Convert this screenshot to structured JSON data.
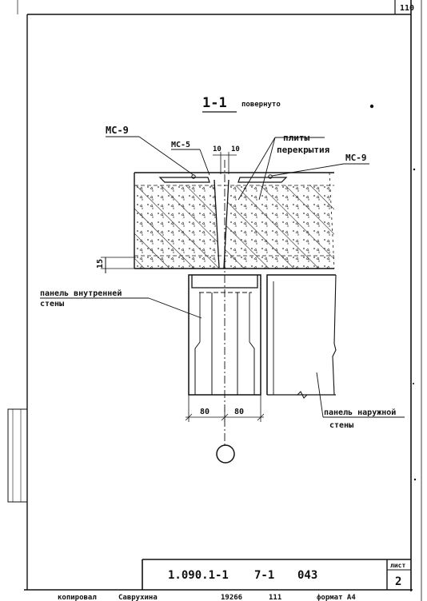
{
  "sheet_number_corner": "110",
  "section_title": {
    "label": "1-1",
    "note": "повернуто"
  },
  "callouts": {
    "mc9_left": "МС-9",
    "mc5": "МС-5",
    "mc9_right": "МС-9",
    "slabs_line1": "плиты",
    "slabs_line2": "перекрытия",
    "inner_panel_line1": "панель внутренней",
    "inner_panel_line2": "стены",
    "outer_panel_line1": "панель наружной",
    "outer_panel_line2": "стены"
  },
  "dimensions": {
    "gap_left": "10",
    "gap_right": "10",
    "height_15": "15",
    "width_left": "80",
    "width_right": "80"
  },
  "title_block": {
    "doc_code": "1.090.1-1",
    "issue": "7-1",
    "page": "043",
    "sheet_label": "лист",
    "sheet_value": "2"
  },
  "footer": {
    "copied": "копировал",
    "name": "Саврухина",
    "order": "19266",
    "count": "111",
    "format": "формат А4"
  }
}
